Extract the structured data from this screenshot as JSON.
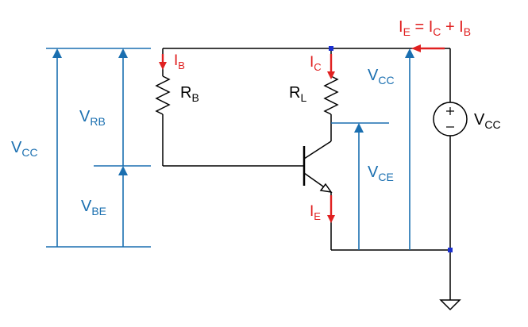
{
  "colors": {
    "wire": "#000000",
    "voltage": "#1a6fb0",
    "current": "#e02020",
    "node": "#1a2fd0"
  },
  "labels": {
    "ie_eq": {
      "main": "I",
      "sub1": "E",
      "eq": " = I",
      "sub2": "C",
      "plus": " + I",
      "sub3": "B"
    },
    "ib": {
      "main": "I",
      "sub": "B"
    },
    "ic": {
      "main": "I",
      "sub": "C"
    },
    "ie": {
      "main": "I",
      "sub": "E"
    },
    "rb": {
      "main": "R",
      "sub": "B"
    },
    "rl": {
      "main": "R",
      "sub": "L"
    },
    "vcc_left": {
      "main": "V",
      "sub": "CC"
    },
    "vrb": {
      "main": "V",
      "sub": "RB"
    },
    "vbe": {
      "main": "V",
      "sub": "BE"
    },
    "vcc_mid": {
      "main": "V",
      "sub": "CC"
    },
    "vce": {
      "main": "V",
      "sub": "CE"
    },
    "vcc_src": {
      "main": "V",
      "sub": "CC"
    },
    "src_plus": "+",
    "src_minus": "−"
  }
}
